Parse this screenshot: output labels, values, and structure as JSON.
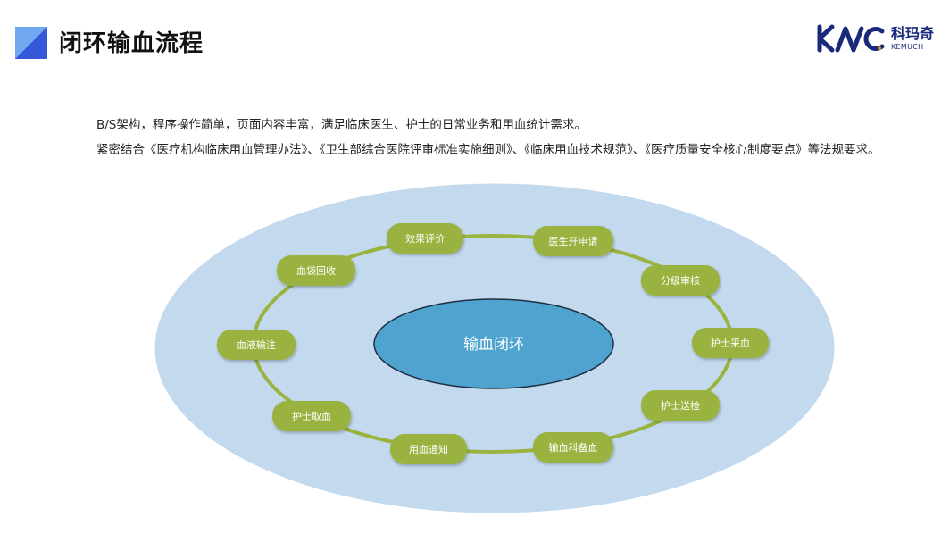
{
  "header": {
    "title": "闭环输血流程",
    "accent_color": "#3557d8",
    "mark_icon": "blue-triangle-square-icon"
  },
  "logo": {
    "cn": "科玛奇",
    "en": "KEMUCH",
    "color": "#1a2a7a"
  },
  "description": {
    "paragraphs": [
      "B/S架构，程序操作简单，页面内容丰富，满足临床医生、护士的日常业务和用血统计需求。",
      "紧密结合《医疗机构临床用血管理办法》、《卫生部综合医院评审标准实施细则》、《临床用血技术规范》、《医疗质量安全核心制度要点》等法规要求。"
    ]
  },
  "diagram": {
    "center_label": "输血闭环",
    "center_color": "#4ea3cf",
    "outer_ellipse_color": "#c3d9ee",
    "node_color": "#9ab33f",
    "nodes": [
      {
        "label": "效果评价"
      },
      {
        "label": "医生开申请"
      },
      {
        "label": "分级审核"
      },
      {
        "label": "护士采血"
      },
      {
        "label": "护士送检"
      },
      {
        "label": "输血科备血"
      },
      {
        "label": "用血通知"
      },
      {
        "label": "护士取血"
      },
      {
        "label": "血液输注"
      },
      {
        "label": "血袋回收"
      }
    ]
  }
}
